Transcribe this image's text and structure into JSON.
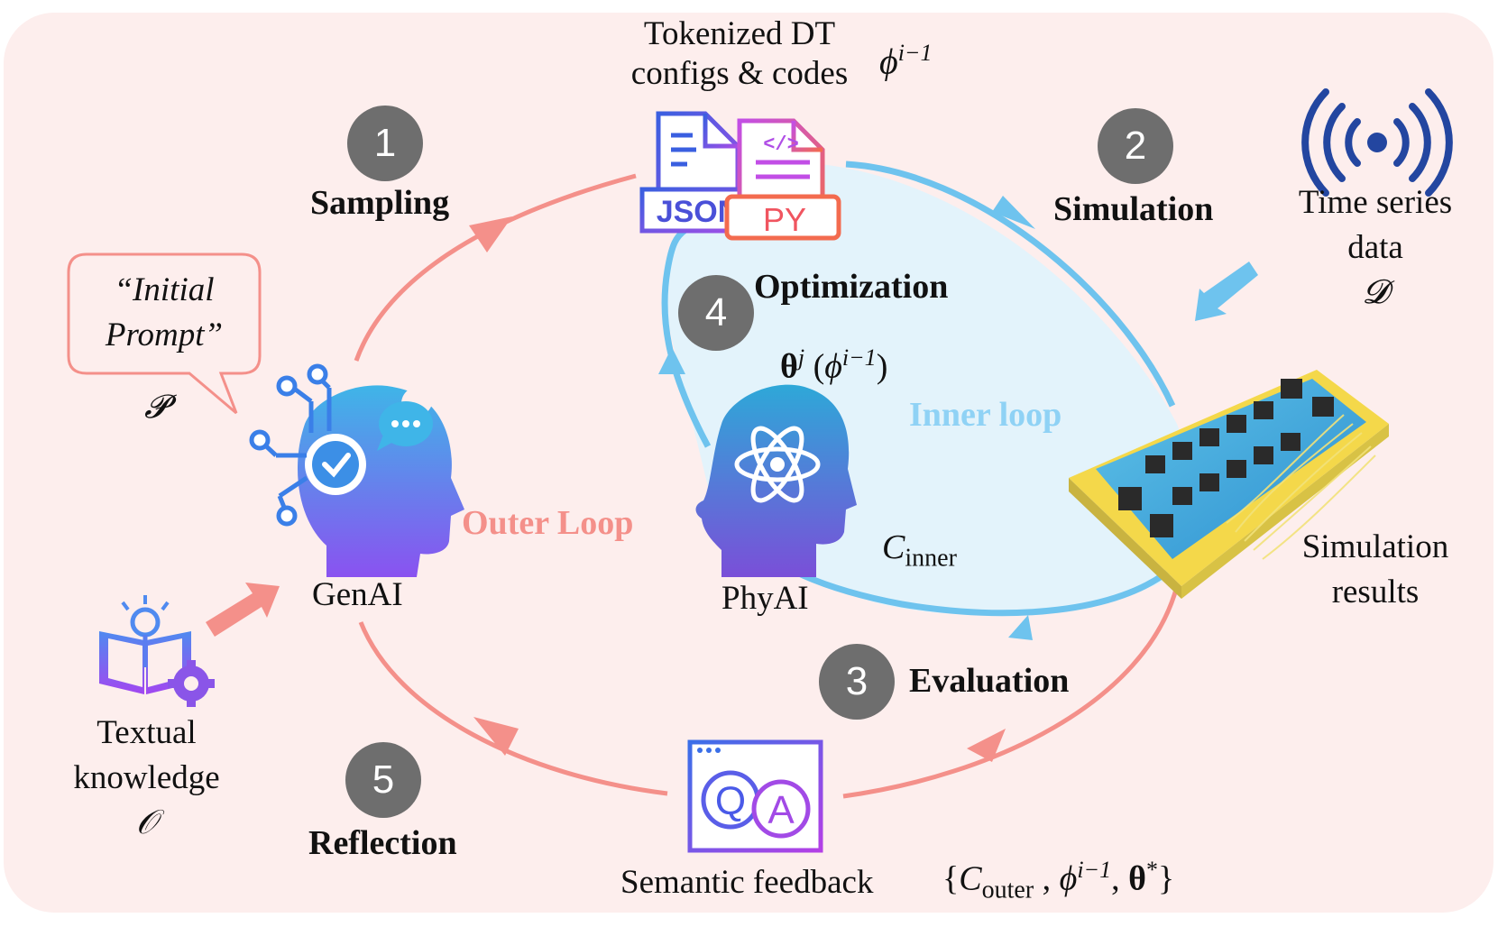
{
  "top": {
    "title_line1": "Tokenized DT",
    "title_line2": "configs & codes",
    "phi_base": "ϕ",
    "phi_sup": "i−1"
  },
  "file_icons": {
    "json_label": "JSON",
    "py_label": "PY",
    "code_glyph": "</>"
  },
  "steps": [
    {
      "number": "1",
      "label": "Sampling"
    },
    {
      "number": "2",
      "label": "Simulation"
    },
    {
      "number": "3",
      "label": "Evaluation"
    },
    {
      "number": "4",
      "label": "Optimization"
    },
    {
      "number": "5",
      "label": "Reflection"
    }
  ],
  "time_series": {
    "line1": "Time series",
    "line2": "data",
    "symbol": "𝓓"
  },
  "prompt": {
    "line1": "“Initial",
    "line2": "Prompt”",
    "symbol": "𝓟"
  },
  "theta": {
    "base": "θ",
    "sup_j": "j",
    "open": "(",
    "phi": "ϕ",
    "sup": "i−1",
    "close": ")"
  },
  "loops": {
    "inner": "Inner loop",
    "outer": "Outer Loop"
  },
  "agents": {
    "genai": "GenAI",
    "phyai": "PhyAI"
  },
  "c_inner": {
    "base": "C",
    "sub": "inner"
  },
  "sim_results": {
    "line1": "Simulation",
    "line2": "results"
  },
  "knowledge": {
    "line1": "Textual",
    "line2": "knowledge",
    "symbol": "𝒪"
  },
  "feedback": {
    "label": "Semantic feedback",
    "qa_q": "Q",
    "qa_a": "A",
    "set_open": "{",
    "c_base": "C",
    "c_sub": "outer",
    "comma1": " , ",
    "phi": "ϕ",
    "phi_sup": "i−1",
    "comma2": ", ",
    "theta": "θ",
    "theta_sup": "*",
    "set_close": "}"
  },
  "colors": {
    "outer_loop": "#f4908a",
    "inner_loop": "#6ec3ee",
    "inner_fill": "#e3f3fb",
    "badge": "#6e6e6e",
    "panel": "#fdeeed",
    "inner_text": "#8fd2f5",
    "outer_text": "#f4908a"
  }
}
